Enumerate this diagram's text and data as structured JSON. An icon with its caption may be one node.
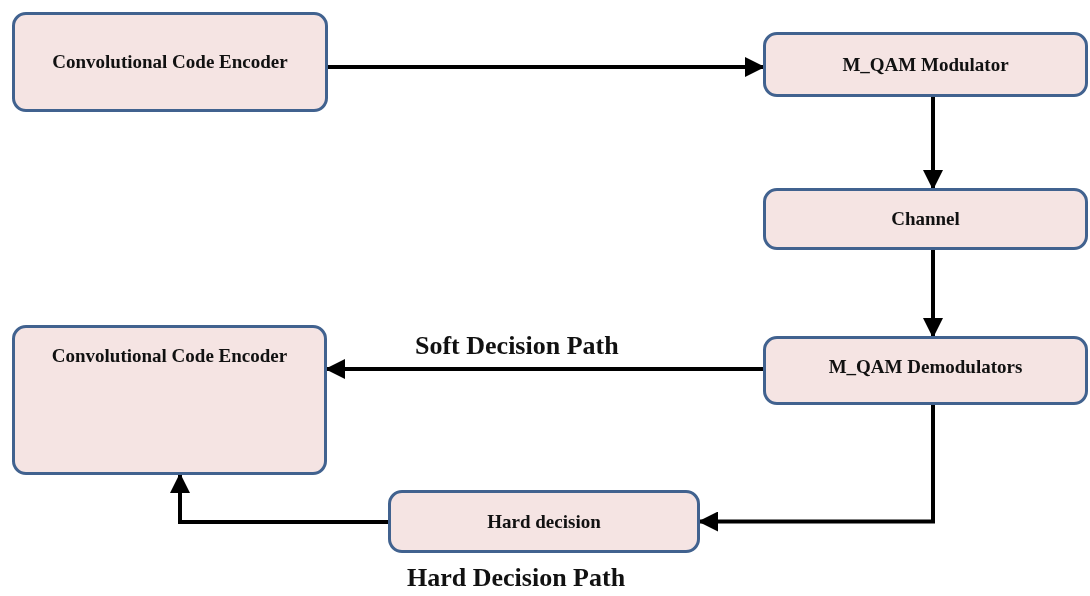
{
  "diagram": {
    "nodes": [
      {
        "text": [
          "Convolutional Code Encoder"
        ]
      },
      {
        "text": [
          "M_QAM Modulator"
        ]
      },
      {
        "text": [
          "Channel"
        ]
      },
      {
        "text": [
          "Convolutional Code Encoder"
        ]
      },
      {
        "text": [
          "M_QAM Demodulators"
        ]
      },
      {
        "text": [
          "Hard decision"
        ]
      }
    ],
    "edges": [
      {
        "from": 0,
        "to": 1,
        "arrow": "to"
      },
      {
        "from": 1,
        "to": 2,
        "arrow": "to"
      },
      {
        "from": 2,
        "to": 4,
        "arrow": "to"
      },
      {
        "from": 4,
        "to": 3,
        "arrow": "to",
        "label": "Soft Decision Path"
      },
      {
        "from": 4,
        "to": 5,
        "arrow": "to"
      },
      {
        "from": 5,
        "to": 3,
        "arrow": "to"
      }
    ],
    "labels": [
      "Hard Decision Path"
    ]
  }
}
